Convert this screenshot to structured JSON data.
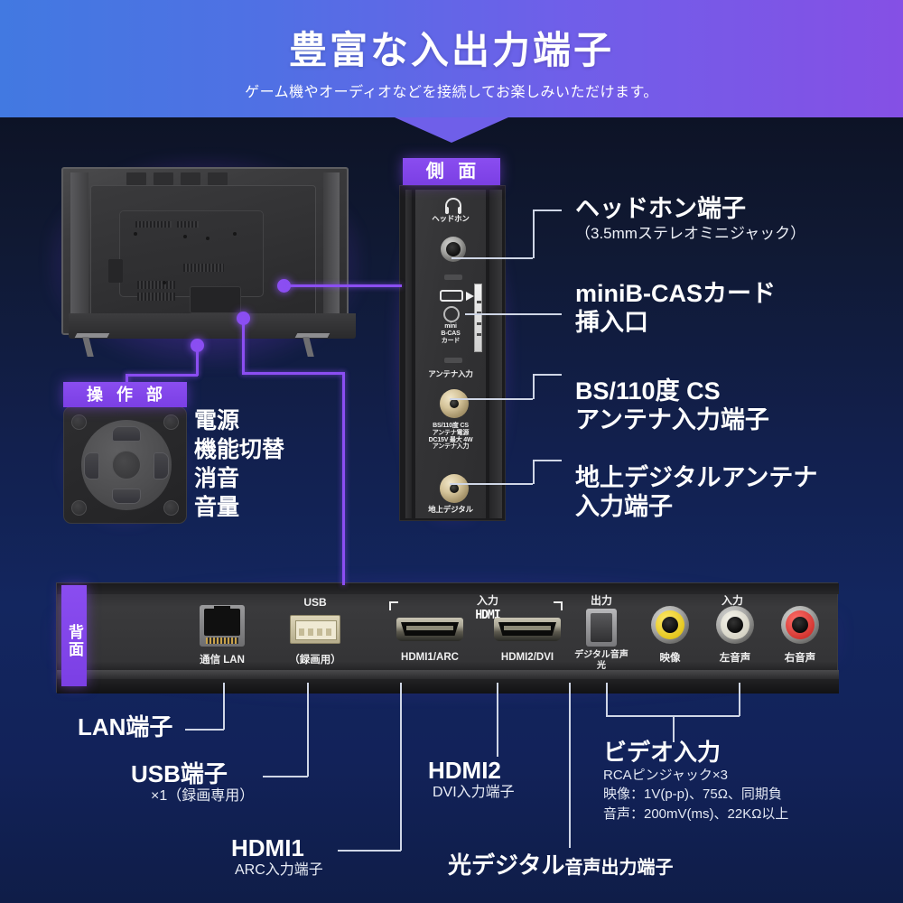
{
  "header": {
    "title": "豊富な入出力端子",
    "subtitle": "ゲーム機やオーディオなどを接続してお楽しみいただけます。"
  },
  "badges": {
    "side": "側 面",
    "control": "操 作 部",
    "back": "背面"
  },
  "side_panel": {
    "labels": {
      "headphone": "ヘッドホン",
      "bcas": "mini\nB-CAS\nカード",
      "antenna_in": "アンテナ入力",
      "bs_spec": "BS/110度 CS\nアンテナ電源\nDC15V 最大 4W\nアンテナ入力",
      "terrestrial": "地上デジタル"
    }
  },
  "back_panel": {
    "lan_top": "",
    "labels": {
      "lan": "通信  LAN",
      "usb_top": "USB",
      "usb": "（録画用）",
      "hdmi_top": "入力",
      "hdmi_logo": "HDMI",
      "hdmi1": "HDMI1/ARC",
      "hdmi2": "HDMI2/DVI",
      "optical_top": "出力",
      "optical": "デジタル音声\n光",
      "rca_top": "入力",
      "video": "映像",
      "audio_left": "左音声",
      "audio_right": "右音声"
    }
  },
  "control_panel": {
    "functions": "電源\n機能切替\n消音\n音量"
  },
  "callouts": {
    "headphone": {
      "title": "ヘッドホン端子",
      "sub": "（3.5mmステレオミニジャック）"
    },
    "bcas": {
      "line1": "miniB-CASカード",
      "line2": "挿入口"
    },
    "bs": {
      "line1": "BS/110度 CS",
      "line2": "アンテナ入力端子"
    },
    "terrestrial": {
      "line1": "地上デジタルアンテナ",
      "line2": "入力端子"
    }
  },
  "bottom_callouts": {
    "lan": {
      "title": "LAN端子"
    },
    "usb": {
      "title": "USB端子",
      "sub": "×1（録画専用）"
    },
    "hdmi1": {
      "title": "HDMI1",
      "sub": "ARC入力端子"
    },
    "hdmi2": {
      "title": "HDMI2",
      "sub": "DVI入力端子"
    },
    "optical": {
      "big": "光デジタル",
      "small": "音声出力端子"
    },
    "video": {
      "title": "ビデオ入力",
      "spec1": "RCAピンジャック×3",
      "spec2": "映像：1V(p-p)、75Ω、同期負",
      "spec3": "音声：200mV(ms)、22KΩ以上"
    }
  },
  "colors": {
    "header_gradient_start": "#4279e1",
    "header_gradient_end": "#8550e5",
    "badge_purple": "#7b3fe4",
    "body_navy": "#12204e",
    "leader_line": "#cfd6e6",
    "rca_video": "#d9b800",
    "rca_left": "#c9c6b6",
    "rca_right": "#c21f1a"
  }
}
